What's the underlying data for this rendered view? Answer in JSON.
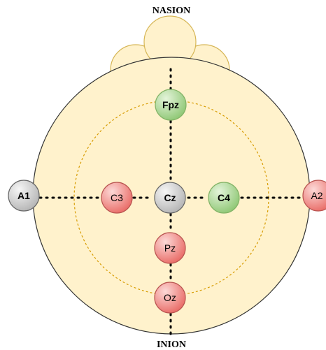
{
  "diagram": {
    "top_label": "NASION",
    "bottom_label": "INION",
    "colors": {
      "head_fill": "#fff2cc",
      "head_stroke": "#d6b656",
      "skull_stroke": "#333333",
      "dotted_circle": "#d79b00",
      "green_fill": "#a6d58f",
      "green_stroke": "#82b366",
      "red_fill": "#f08a86",
      "red_stroke": "#b85450",
      "grey_fill": "#d0d0d0",
      "grey_stroke": "#666666"
    },
    "electrodes": [
      {
        "id": "fpz",
        "label": "Fpz",
        "color": "green",
        "bold": true
      },
      {
        "id": "a1",
        "label": "A1",
        "color": "grey",
        "bold": true
      },
      {
        "id": "c3",
        "label": "C3",
        "color": "red",
        "bold": false
      },
      {
        "id": "cz",
        "label": "Cz",
        "color": "grey",
        "bold": true
      },
      {
        "id": "c4",
        "label": "C4",
        "color": "green",
        "bold": true
      },
      {
        "id": "a2",
        "label": "A2",
        "color": "red",
        "bold": false
      },
      {
        "id": "pz",
        "label": "Pz",
        "color": "red",
        "bold": false
      },
      {
        "id": "oz",
        "label": "Oz",
        "color": "red",
        "bold": false
      }
    ]
  }
}
